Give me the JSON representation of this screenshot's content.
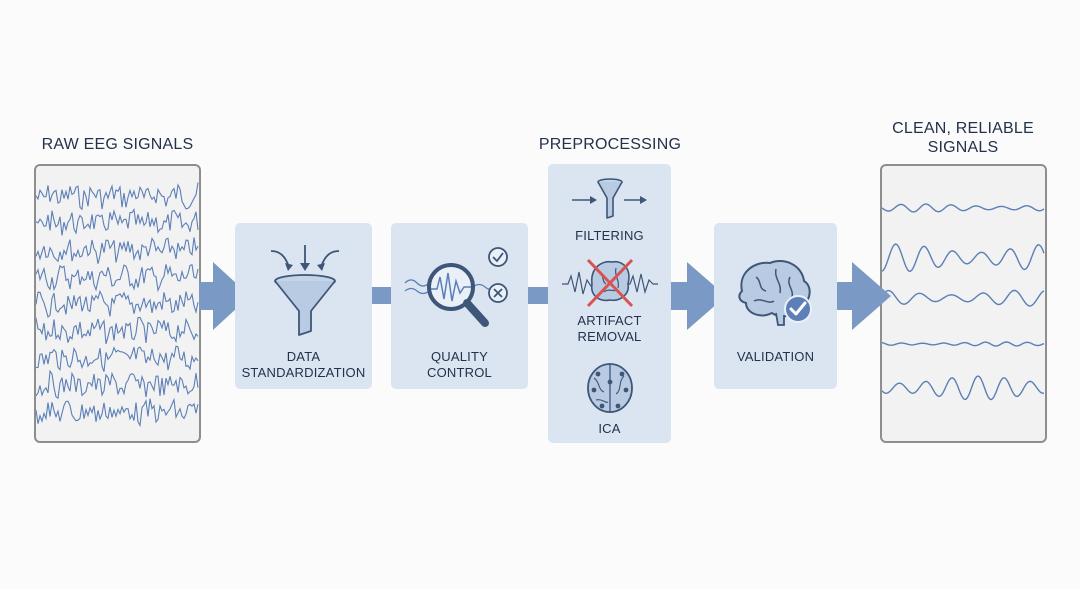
{
  "headings": {
    "raw": "RAW EEG SIGNALS",
    "preprocessing": "PREPROCESSING",
    "clean_line1": "CLEAN, RELIABLE",
    "clean_line2": "SIGNALS"
  },
  "steps": {
    "standardization": {
      "line1": "DATA",
      "line2": "STANDARDIZATION",
      "icon": "funnel-icon"
    },
    "quality": {
      "line1": "QUALITY",
      "line2": "CONTROL",
      "icon": "magnifier-icon"
    },
    "filtering": {
      "label": "FILTERING",
      "icon": "filter-funnel-icon"
    },
    "artifact": {
      "line1": "ARTIFACT",
      "line2": "REMOVAL",
      "icon": "brain-crossed-icon"
    },
    "ica": {
      "label": "ICA",
      "icon": "head-ica-icon"
    },
    "validation": {
      "label": "VALIDATION",
      "icon": "brain-check-icon"
    }
  },
  "colors": {
    "signal": "#5b7fb6",
    "arrow": "#7a99c5",
    "box": "#dbe5f1",
    "panel": "#f2f2f2",
    "cross": "#d9534f"
  }
}
